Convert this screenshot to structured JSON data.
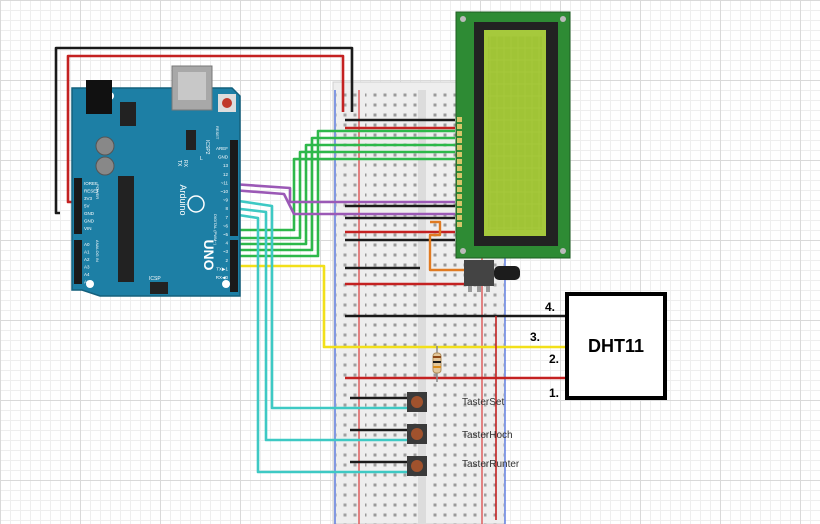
{
  "sensor": {
    "name": "DHT11",
    "pins": [
      "4.",
      "3.",
      "2.",
      "1."
    ]
  },
  "buttons": [
    "TasterSet",
    "TasterHoch",
    "TasterRunter"
  ],
  "arduino": {
    "model": "UNO",
    "brand": "Arduino",
    "header_labels": [
      "AREF",
      "GND",
      "13",
      "12",
      "~11",
      "~10",
      "~9",
      "8",
      "7",
      "~6",
      "~5",
      "4",
      "~3",
      "2",
      "TX▶1",
      "RX◀0"
    ],
    "power_labels": [
      "IOREF",
      "RESET",
      "3V3",
      "5V",
      "GND",
      "GND",
      "VIN"
    ],
    "analog_labels": [
      "A0",
      "A1",
      "A2",
      "A3",
      "A4",
      "A5"
    ],
    "misc_labels": [
      "ICSP",
      "ICSP2",
      "TX",
      "RX",
      "L",
      "RESET",
      "DIGITAL (PWM~)",
      "ANALOG IN",
      "POWER"
    ]
  },
  "colors": {
    "board": "#1d7fa5",
    "lcd_pcb": "#2e8b34",
    "lcd_screen": "#a6c93c",
    "wire_green": "#2db84a",
    "wire_purple": "#9b59b6",
    "wire_cyan": "#3ec9c4",
    "wire_yellow": "#f2e01a",
    "wire_red": "#c42121",
    "wire_orange": "#e07a21",
    "wire_black": "#1a1a1a"
  }
}
